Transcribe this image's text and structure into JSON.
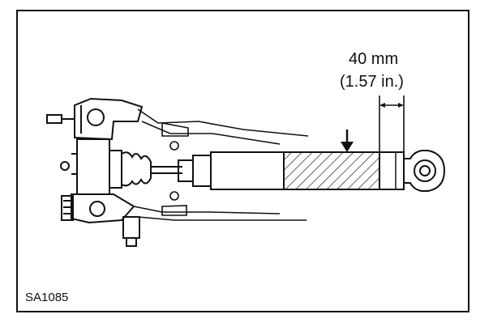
{
  "figure": {
    "code": "SA1085"
  },
  "dimension": {
    "metric": "40 mm",
    "imperial": "(1.57 in.)"
  },
  "colors": {
    "ink": "#111111",
    "paper": "#ffffff"
  },
  "icons": [
    "down-arrow-icon",
    "dimension-arrow-icon",
    "eye-mount-icon"
  ]
}
